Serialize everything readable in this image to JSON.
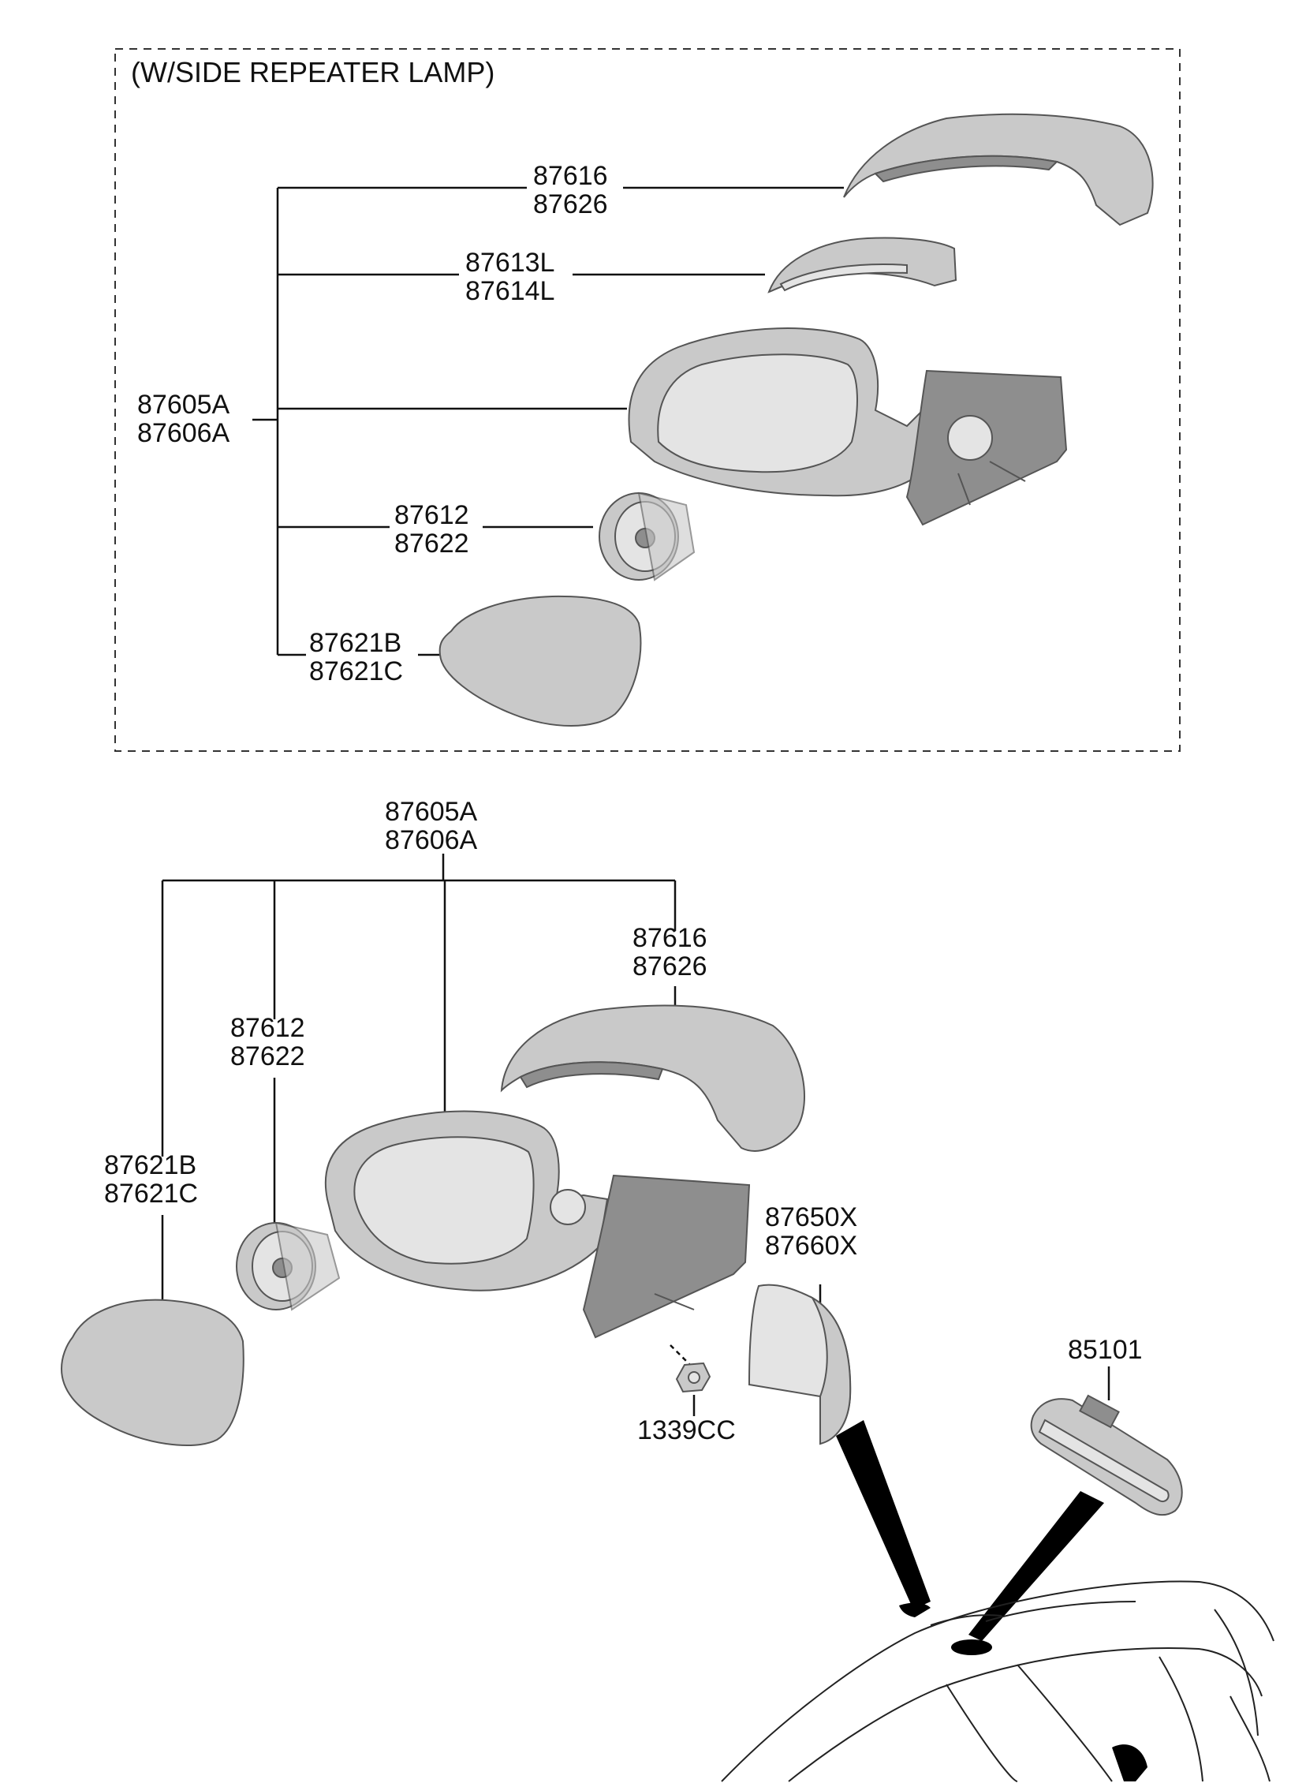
{
  "section_title": "(W/SIDE REPEATER LAMP)",
  "top_group": {
    "assembly": [
      "87605A",
      "87606A"
    ],
    "cover": [
      "87616",
      "87626"
    ],
    "repeater_lamp": [
      "87613L",
      "87614L"
    ],
    "actuator": [
      "87612",
      "87622"
    ],
    "glass": [
      "87621B",
      "87621C"
    ]
  },
  "bottom_group": {
    "assembly": [
      "87605A",
      "87606A"
    ],
    "cover": [
      "87616",
      "87626"
    ],
    "actuator": [
      "87612",
      "87622"
    ],
    "glass": [
      "87621B",
      "87621C"
    ],
    "nut": "1339CC",
    "garnish": [
      "87650X",
      "87660X"
    ],
    "inside_mirror": "85101"
  },
  "colors": {
    "line": "#111111",
    "part_mid": "#c9c9c9",
    "part_dark": "#8e8e8e",
    "part_light": "#e4e4e4",
    "callout": "#000000"
  }
}
